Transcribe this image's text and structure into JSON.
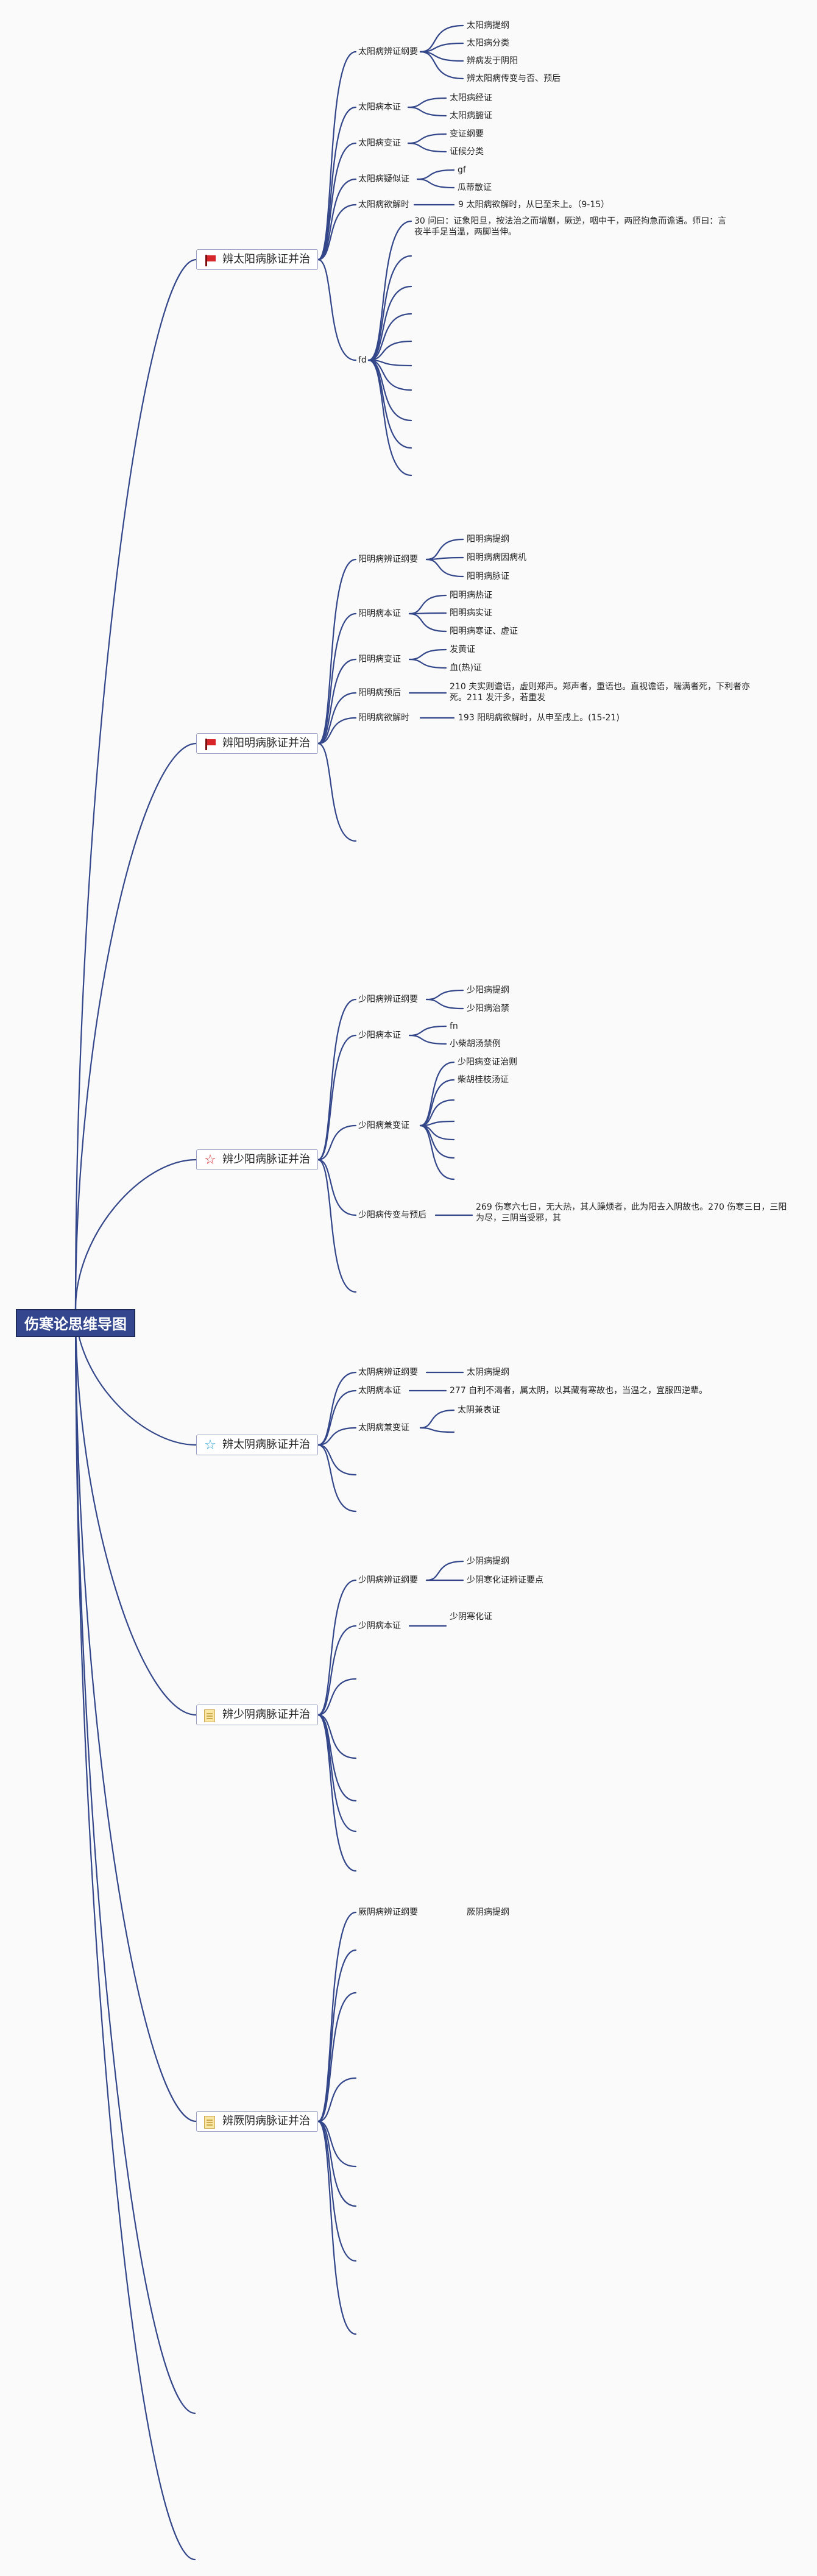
{
  "root": "伤寒论思维导图",
  "branches": [
    {
      "title": "辨太阳病脉证并治",
      "icon": "red-flag-icon",
      "sub": [
        {
          "label": "太阳病辨证纲要",
          "children": [
            "太阳病提纲",
            "太阳病分类",
            "辨病发于阴阳",
            "辨太阳病传变与否、预后"
          ]
        },
        {
          "label": "太阳病本证",
          "children": [
            "太阳病经证",
            "太阳病腑证"
          ]
        },
        {
          "label": "太阳病变证",
          "children": [
            "变证纲要",
            "证候分类"
          ]
        },
        {
          "label": "太阳病疑似证",
          "children": [
            "gf",
            "瓜蒂散证"
          ]
        },
        {
          "label": "太阳病欲解时",
          "children": [
            "9 太阳病欲解时，从巳至未上。（9-15）"
          ]
        },
        {
          "label": "fd",
          "children": [
            "30 问曰：证象阳旦，按法治之而增剧，厥逆，咽中干，两胫拘急而谵语。师曰：言夜半手足当温，两脚当伸。"
          ]
        }
      ]
    },
    {
      "title": "辨阳明病脉证并治",
      "icon": "red-flag-icon",
      "sub": [
        {
          "label": "阳明病辨证纲要",
          "children": [
            "阳明病提纲",
            "阳明病病因病机",
            "阳明病脉证"
          ]
        },
        {
          "label": "阳明病本证",
          "children": [
            "阳明病热证",
            "阳明病实证",
            "阳明病寒证、虚证"
          ]
        },
        {
          "label": "阳明病变证",
          "children": [
            "发黄证",
            "血(热)证"
          ]
        },
        {
          "label": "阳明病预后",
          "children": [
            "210 夫实则谵语，虚则郑声。郑声者，重语也。直视谵语，喘满者死，下利者亦死。211 发汗多，若重发"
          ]
        },
        {
          "label": "阳明病欲解时",
          "children": [
            "193 阳明病欲解时，从申至戌上。(15-21)"
          ]
        }
      ]
    },
    {
      "title": "辨少阳病脉证并治",
      "icon": "red-star-outline-icon",
      "sub": [
        {
          "label": "少阳病辨证纲要",
          "children": [
            "少阳病提纲",
            "少阳病治禁"
          ]
        },
        {
          "label": "少阳病本证",
          "children": [
            "fn",
            "小柴胡汤禁例"
          ]
        },
        {
          "label": "少阳病兼变证",
          "children": [
            "少阳病变证治则",
            "柴胡桂枝汤证"
          ]
        },
        {
          "label": "少阳病传变与预后",
          "children": [
            "269 伤寒六七日，无大热，其人躁烦者，此为阳去入阴故也。270 伤寒三日，三阳为尽，三阴当受邪，其"
          ]
        }
      ]
    },
    {
      "title": "辨太阴病脉证并治",
      "icon": "blue-star-outline-icon",
      "sub": [
        {
          "label": "太阴病辨证纲要",
          "children": [
            "太阴病提纲"
          ]
        },
        {
          "label": "太阴病本证",
          "children": [
            "277 自利不渴者，属太阴，以其藏有寒故也，当温之，宜服四逆辈。"
          ]
        },
        {
          "label": "太阴病兼变证",
          "children": [
            "太阴兼表证"
          ]
        }
      ]
    },
    {
      "title": "辨少阴病脉证并治",
      "icon": "note-icon",
      "sub": [
        {
          "label": "少阴病辨证纲要",
          "children": [
            "少阴病提纲",
            "少阴寒化证辨证要点"
          ]
        },
        {
          "label": "少阴病本证",
          "children": [
            "少阴寒化证"
          ]
        }
      ]
    },
    {
      "title": "辨厥阴病脉证并治",
      "icon": "note-icon",
      "sub": [
        {
          "label": "厥阴病辨证纲要",
          "children": [
            "厥阴病提纲"
          ]
        }
      ]
    }
  ],
  "colors": {
    "line": "#33468a",
    "root_bg": "#34468d",
    "flag": "#d7262a",
    "star_red": "#d7262a",
    "star_blue": "#2aa3d7"
  }
}
